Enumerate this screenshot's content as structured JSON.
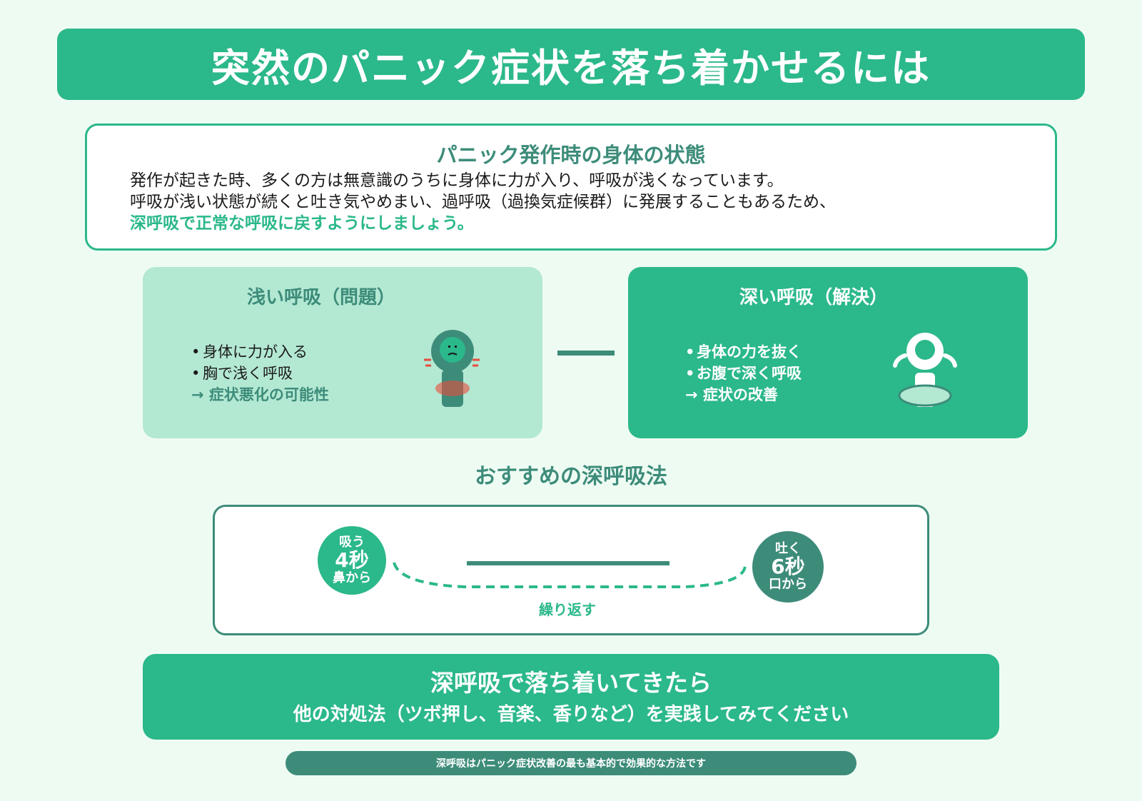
{
  "title": "突然のパニック症状を落ち着かせるには",
  "intro": {
    "heading": "パニック発作時の身体の状態",
    "line1": "発作が起きた時、多くの方は無意識のうちに身体に力が入り、呼吸が浅くなっています。",
    "line2": "呼吸が浅い状態が続くと吐き気やめまい、過呼吸（過換気症候群）に発展することもあるため、",
    "line3": "深呼吸で正常な呼吸に戻すようにしましょう。"
  },
  "shallow": {
    "title": "浅い呼吸（問題）",
    "item1": "身体に力が入る",
    "item2": "胸で浅く呼吸",
    "conclusion": "→ 症状悪化の可能性",
    "icon": "tense-person-icon"
  },
  "deep": {
    "title": "深い呼吸（解決）",
    "item1": "身体の力を抜く",
    "item2": "お腹で深く呼吸",
    "conclusion": "→ 症状の改善",
    "icon": "relaxed-person-icon"
  },
  "method": {
    "heading": "おすすめの深呼吸法",
    "inhale": {
      "top": "吸う",
      "count": "4秒",
      "bottom": "鼻から"
    },
    "exhale": {
      "top": "吐く",
      "count": "6秒",
      "bottom": "口から"
    },
    "repeat": "繰り返す"
  },
  "after": {
    "line1": "深呼吸で落ち着いてきたら",
    "line2": "他の対処法（ツボ押し、音楽、香りなど）を実践してみてください"
  },
  "footer": "深呼吸はパニック症状改善の最も基本的で効果的な方法です",
  "colors": {
    "primary": "#2bb88b",
    "dark": "#3d8c7a",
    "light": "#b3e8d3",
    "background": "#eefbf3",
    "alert": "#e74c3c"
  }
}
